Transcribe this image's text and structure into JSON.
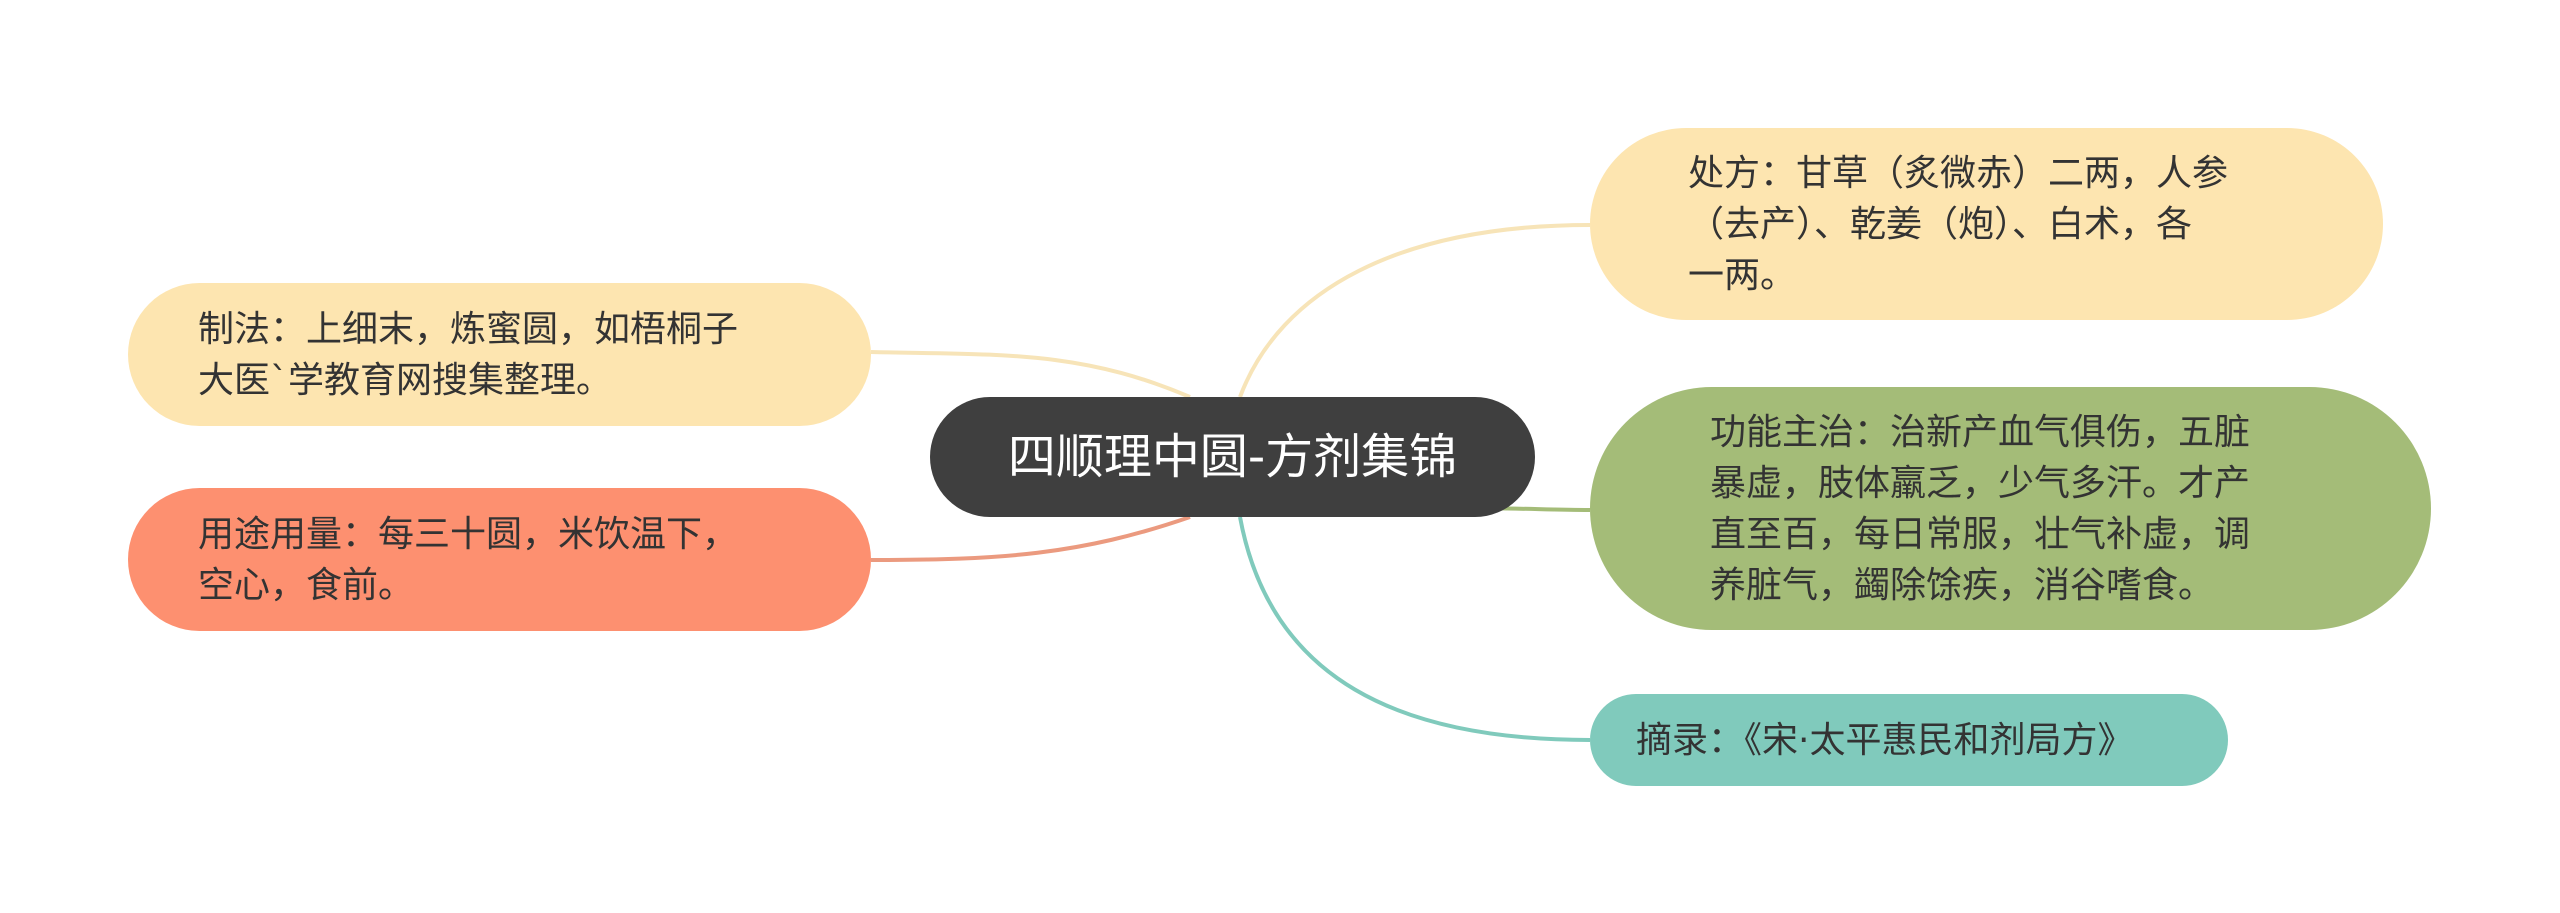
{
  "root": {
    "label": "四顺理中圆-方剂集锦",
    "bg": "#3f3f3f",
    "text_color": "#ffffff"
  },
  "branches": [
    {
      "id": "zhifa",
      "side": "left",
      "text": "制法：上细末，炼蜜圆，如梧桐子\n大医`学教育网搜集整理。",
      "color": "#fde5b0",
      "line_color": "#f7e4b8"
    },
    {
      "id": "yongtu",
      "side": "left",
      "text": "用途用量：每三十圆，米饮温下，\n空心，食前。",
      "color": "#fd9070",
      "line_color": "#eb9a7f"
    },
    {
      "id": "chufang",
      "side": "right",
      "text": "处方：甘草（炙微赤）二两，人参\n（去产）、乾姜（炮）、白术，各\n一两。",
      "color": "#fde5b0",
      "line_color": "#f7e4b8"
    },
    {
      "id": "gongneng",
      "side": "right",
      "text": "功能主治：治新产血气俱伤，五脏\n暴虚，肢体羸乏，少气多汗。才产\n直至百，每日常服，壮气补虚，调\n养脏气，蠲除馀疾，消谷嗜食。",
      "color": "#a4bc78",
      "line_color": "#a4bc78"
    },
    {
      "id": "zhailu",
      "side": "right",
      "text": "摘录：《宋·太平惠民和剂局方》",
      "color": "#80cabc",
      "line_color": "#80cabc"
    }
  ]
}
